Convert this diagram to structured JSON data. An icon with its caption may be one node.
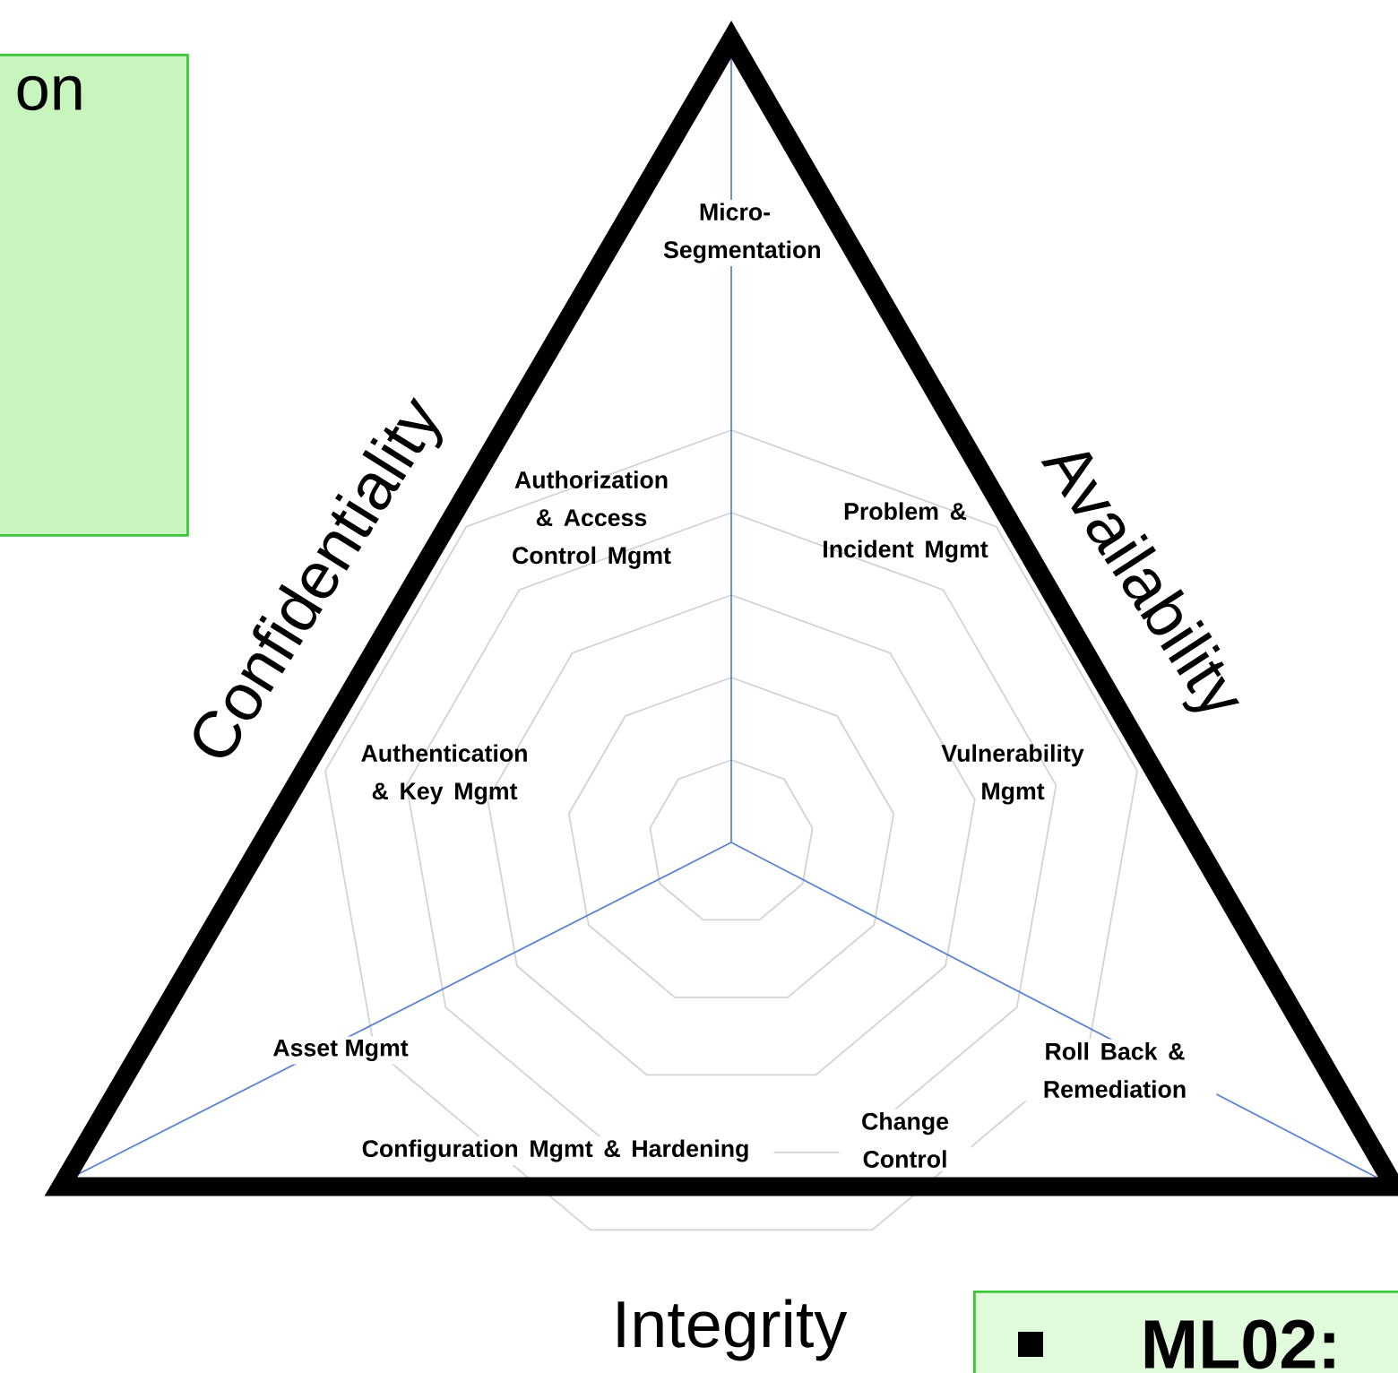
{
  "diagram": {
    "nodes": [
      {
        "text": [
          "on"
        ]
      },
      {
        "text": [
          "ML02:"
        ]
      }
    ],
    "edges": [],
    "labels": [
      "Micro-Segmentation",
      "Authorization & Access Control Mgmt",
      "Problem & Incident Mgmt",
      "Confidentiality",
      "Availability",
      "Authentication & Key Mgmt",
      "Vulnerability Mgmt",
      "Asset Mgmt",
      "Roll Back & Remediation",
      "Configuration Mgmt & Hardening",
      "Change Control",
      "Integrity"
    ]
  }
}
